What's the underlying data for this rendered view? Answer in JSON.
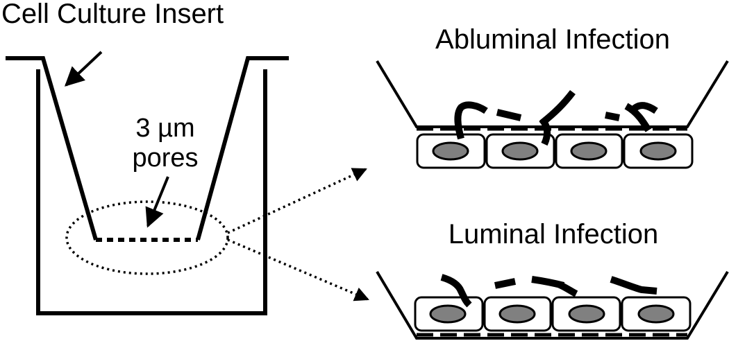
{
  "labels": {
    "insert": "Cell Culture Insert",
    "pores_line1": "3 µm",
    "pores_line2": "pores",
    "abluminal": "Abluminal Infection",
    "luminal": "Luminal Infection"
  },
  "colors": {
    "stroke": "#000000",
    "background": "#ffffff",
    "nucleus": "#808080"
  }
}
